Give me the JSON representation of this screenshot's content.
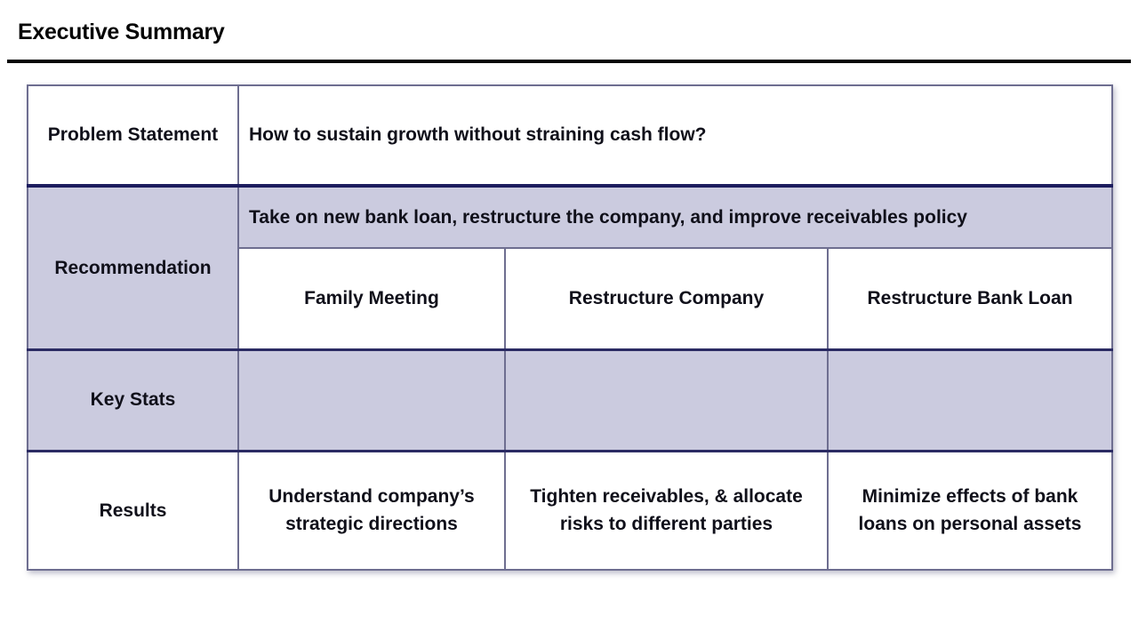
{
  "header": {
    "title": "Executive Summary"
  },
  "table": {
    "problem": {
      "label": "Problem Statement",
      "value": "How to sustain growth without straining cash flow?"
    },
    "recommendation": {
      "label": "Recommendation",
      "summary": "Take on new bank loan, restructure the company, and improve receivables policy",
      "options": [
        "Family Meeting",
        "Restructure Company",
        "Restructure Bank Loan"
      ]
    },
    "key_stats": {
      "label": "Key Stats",
      "values": [
        "",
        "",
        ""
      ]
    },
    "results": {
      "label": "Results",
      "values": [
        "Understand company’s strategic directions",
        "Tighten receivables, & allocate risks to different parties",
        "Minimize effects of bank loans on personal assets"
      ]
    }
  },
  "colors": {
    "cell_shade": "#cbcbdf",
    "grid_border": "#6e6e90",
    "accent_border": "#1c1c5e",
    "title_rule": "#060606"
  }
}
